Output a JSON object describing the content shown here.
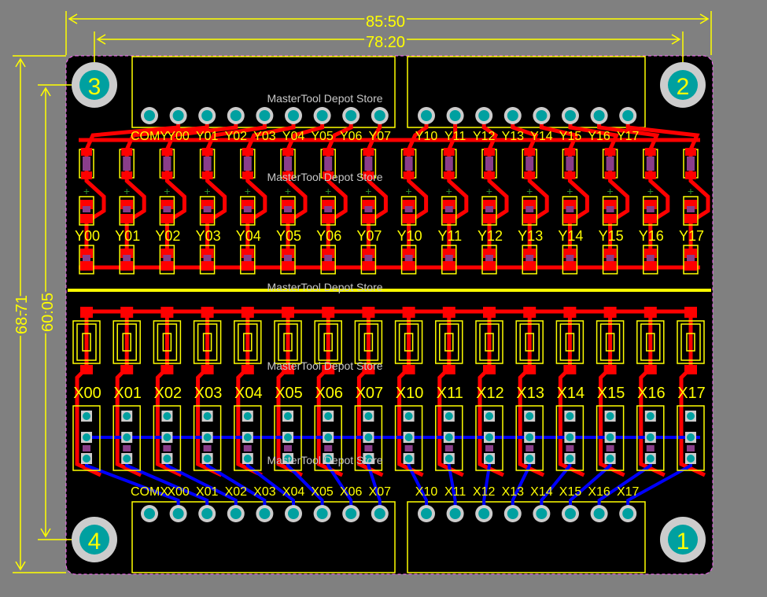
{
  "colors": {
    "background": "#808080",
    "board": "#000000",
    "dimension": "#ffff00",
    "silkscreen": "#ffff00",
    "copper_top": "#ff0000",
    "copper_bottom": "#0000ff",
    "pad_ring": "#cccccc",
    "via": "#00a0a0",
    "watermark": "#c8c8c8",
    "outline": "#ff66ff",
    "resistor": "#8a3d8a"
  },
  "dimensions": {
    "width_outer": "85.50",
    "width_inner": "78.20",
    "height_outer": "68.71",
    "height_inner": "60.05"
  },
  "mounting_holes": [
    "1",
    "2",
    "3",
    "4"
  ],
  "watermark": "MasterTool Depot Store",
  "top_connector_left": [
    "COMY",
    "Y00",
    "Y01",
    "Y02",
    "Y03",
    "Y04",
    "Y05",
    "Y06",
    "Y07"
  ],
  "top_connector_right": [
    "Y10",
    "Y11",
    "Y12",
    "Y13",
    "Y14",
    "Y15",
    "Y16",
    "Y17"
  ],
  "output_leds": [
    "Y00",
    "Y01",
    "Y02",
    "Y03",
    "Y04",
    "Y05",
    "Y06",
    "Y07",
    "Y10",
    "Y11",
    "Y12",
    "Y13",
    "Y14",
    "Y15",
    "Y16",
    "Y17"
  ],
  "input_switches": [
    "X00",
    "X01",
    "X02",
    "X03",
    "X04",
    "X05",
    "X06",
    "X07",
    "X10",
    "X11",
    "X12",
    "X13",
    "X14",
    "X15",
    "X16",
    "X17"
  ],
  "bottom_connector_left": [
    "COMX",
    "X00",
    "X01",
    "X02",
    "X03",
    "X04",
    "X05",
    "X06",
    "X07"
  ],
  "bottom_connector_right": [
    "X10",
    "X11",
    "X12",
    "X13",
    "X14",
    "X15",
    "X16",
    "X17"
  ]
}
